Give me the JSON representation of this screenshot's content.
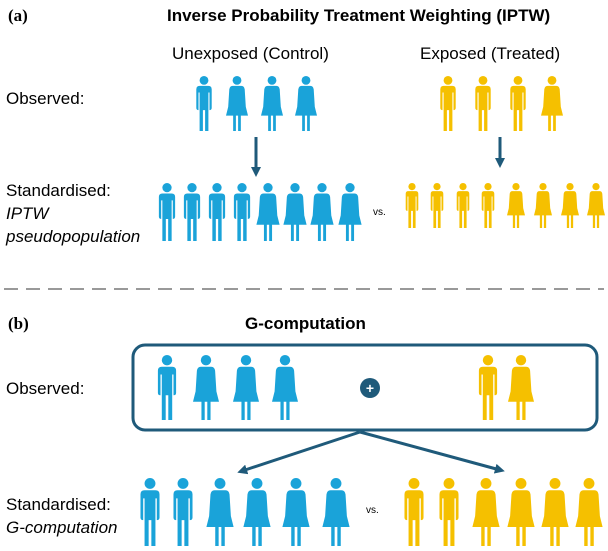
{
  "panel_a": {
    "label": "(a)",
    "title": "Inverse Probability Treatment Weighting (IPTW)",
    "col_unexposed": "Unexposed (Control)",
    "col_exposed": "Exposed (Treated)",
    "row_observed": "Observed:",
    "row_standardised": "Standardised:",
    "row_standardised_line2": "IPTW",
    "row_standardised_line3": "pseudopopulation",
    "vs": "vs."
  },
  "panel_b": {
    "label": "(b)",
    "title": "G-computation",
    "row_observed": "Observed:",
    "row_standardised": "Standardised:",
    "row_standardised_line2": "G-computation",
    "vs": "vs.",
    "plus": "+"
  },
  "colors": {
    "unexposed": "#1aa3d9",
    "exposed": "#f5c000",
    "arrow": "#1f5a7a",
    "box": "#1f5a7a",
    "divider": "#999999"
  },
  "icons": {
    "male": "male-person-icon",
    "female": "female-person-icon",
    "plus": "plus-circle-icon"
  }
}
